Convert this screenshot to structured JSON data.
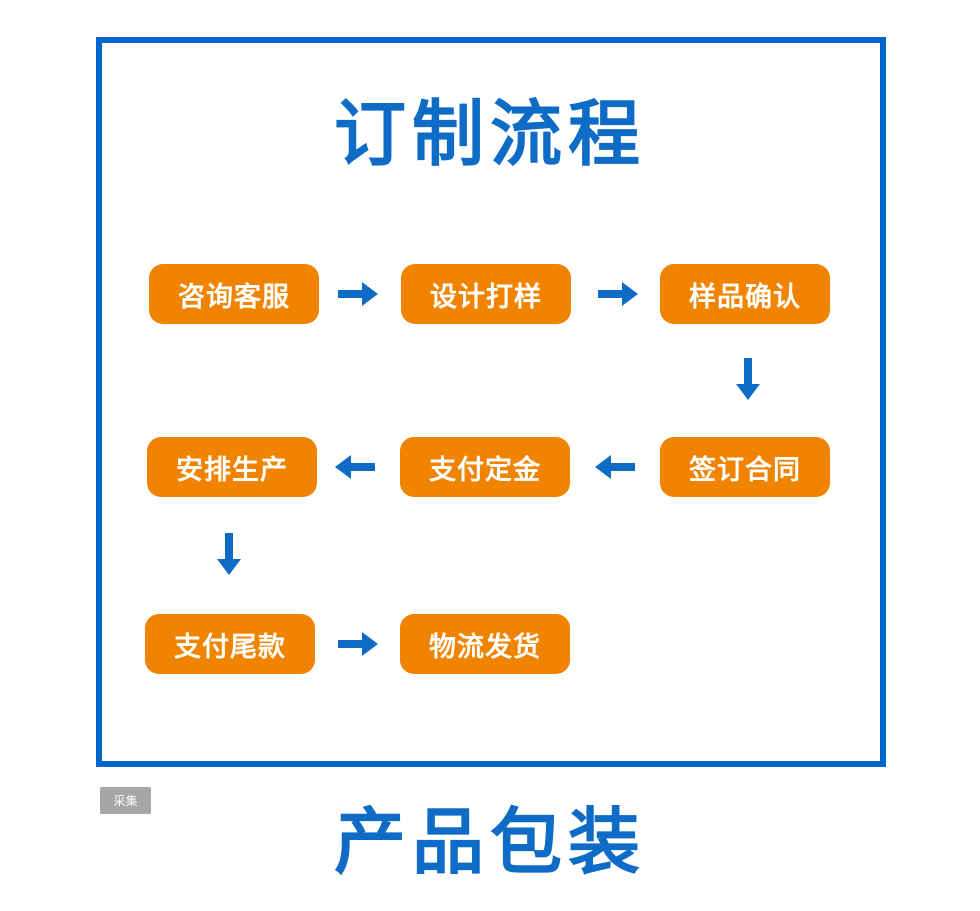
{
  "title": "订制流程",
  "footer_title": "产品包装",
  "badge": "采集",
  "steps": [
    "咨询客服",
    "设计打样",
    "样品确认",
    "签订合同",
    "支付定金",
    "安排生产",
    "支付尾款",
    "物流发货"
  ],
  "colors": {
    "frame": "#0066cc",
    "title": "#0e6bc6",
    "step_fill": "#f08300",
    "step_text": "#ffffff",
    "arrow": "#0e6bc6"
  }
}
